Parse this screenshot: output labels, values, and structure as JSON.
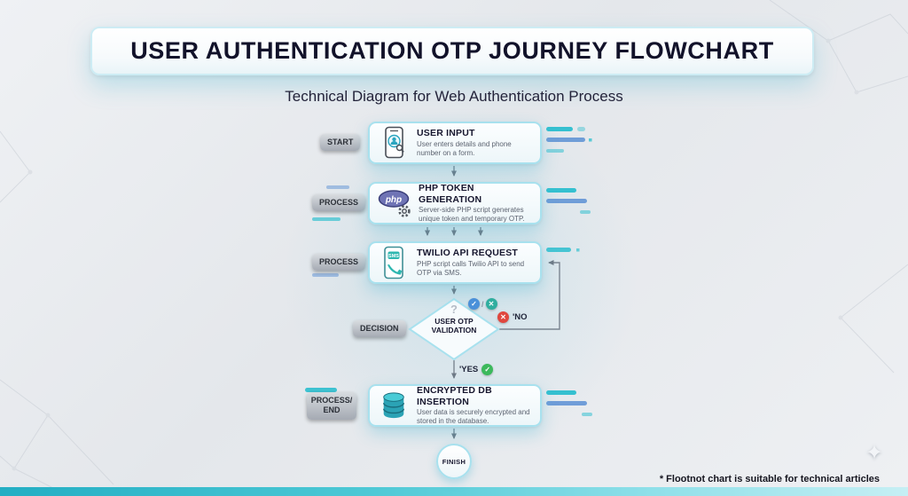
{
  "header": {
    "title": "USER AUTHENTICATION OTP JOURNEY FLOWCHART",
    "subtitle": "Technical Diagram for Web Authentication Process"
  },
  "flow": {
    "nodes": [
      {
        "stage": "START",
        "title": "USER INPUT",
        "desc": "User enters details and phone number on a form.",
        "icon": "phone-user-icon"
      },
      {
        "stage": "PROCESS",
        "title": "PHP TOKEN GENERATION",
        "desc": "Server-side PHP script generates unique token and temporary OTP.",
        "icon": "php-logo-icon",
        "icon_text": "php"
      },
      {
        "stage": "PROCESS",
        "title": "TWILIO API REQUEST",
        "desc": "PHP script calls Twilio API to send OTP via SMS.",
        "icon": "sms-phone-icon",
        "icon_text": "SMS"
      },
      {
        "stage": "DECISION",
        "title": "USER OTP VALIDATION",
        "icon": "question-mark-icon"
      },
      {
        "stage": "PROCESS/ END",
        "title": "ENCRYPTED DB INSERTION",
        "desc": "User data is securely encrypted and stored in the database.",
        "icon": "database-icon"
      }
    ],
    "decision": {
      "question": "?",
      "separator": "/"
    },
    "branch_no": "'NO",
    "branch_yes": "'YES",
    "finish": "FINISH"
  },
  "icons": {
    "check": "✓",
    "cross": "✕",
    "sparkle": "✦"
  },
  "footer": {
    "note": "* Flootnot chart is suitable for technical articles"
  },
  "colors": {
    "accent_teal": "#35c0d0",
    "accent_blue": "#5b8fd4",
    "node_border": "#a8e1ee",
    "pill_gray": "#a5aab3",
    "bottom_bar_teal": "#23aec3",
    "check_green": "#3cb95c",
    "cross_red": "#e0473f",
    "check_blue": "#4a90d9",
    "cross_teal": "#2fae9f",
    "php_purple": "#6f74b5"
  }
}
